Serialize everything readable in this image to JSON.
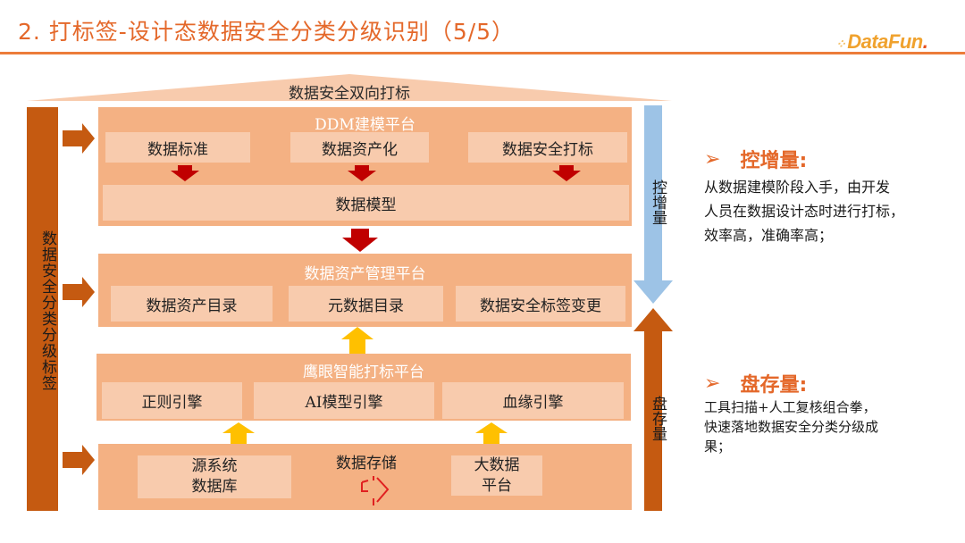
{
  "header": {
    "title": "2. 打标签-设计态数据安全分类分级识别（5/5）",
    "logo": {
      "prefix": "Data",
      "suffix": "Fun",
      "dot": "."
    }
  },
  "diagram": {
    "roof_label": "数据安全双向打标",
    "left_pillar_label": "数据安全分类分级标签",
    "ddm": {
      "title": "DDM建模平台",
      "items": [
        "数据标准",
        "数据资产化",
        "数据安全打标"
      ],
      "model": "数据模型"
    },
    "asset": {
      "title": "数据资产管理平台",
      "items": [
        "数据资产目录",
        "元数据目录",
        "数据安全标签变更"
      ]
    },
    "eagle": {
      "title": "鹰眼智能打标平台",
      "items": [
        "正则引擎",
        "AI模型引擎",
        "血缘引擎"
      ]
    },
    "storage": {
      "title": "数据存储",
      "left_box": [
        "源系统",
        "数据库"
      ],
      "right_box": [
        "大数据",
        "平台"
      ]
    },
    "right_top_arrow_label": "控增量",
    "right_bottom_arrow_label": "盘存量"
  },
  "notes": {
    "incremental": {
      "heading": "控增量:",
      "lines": [
        "从数据建模阶段入手，由开发",
        "人员在数据设计态时进行打标，",
        "效率高，准确率高；"
      ]
    },
    "stock": {
      "heading": "盘存量:",
      "lines": [
        "工具扫描+人工复核组合拳，",
        "快速落地数据安全分类分级成",
        "果；"
      ]
    }
  },
  "colors": {
    "accent": "#e4682a",
    "pillar": "#c55a11",
    "platform": "#f4b183",
    "box": "#f8cbad",
    "red_arrow": "#c00000",
    "yellow_arrow": "#ffc000",
    "blue_arrow": "#9dc3e6"
  }
}
